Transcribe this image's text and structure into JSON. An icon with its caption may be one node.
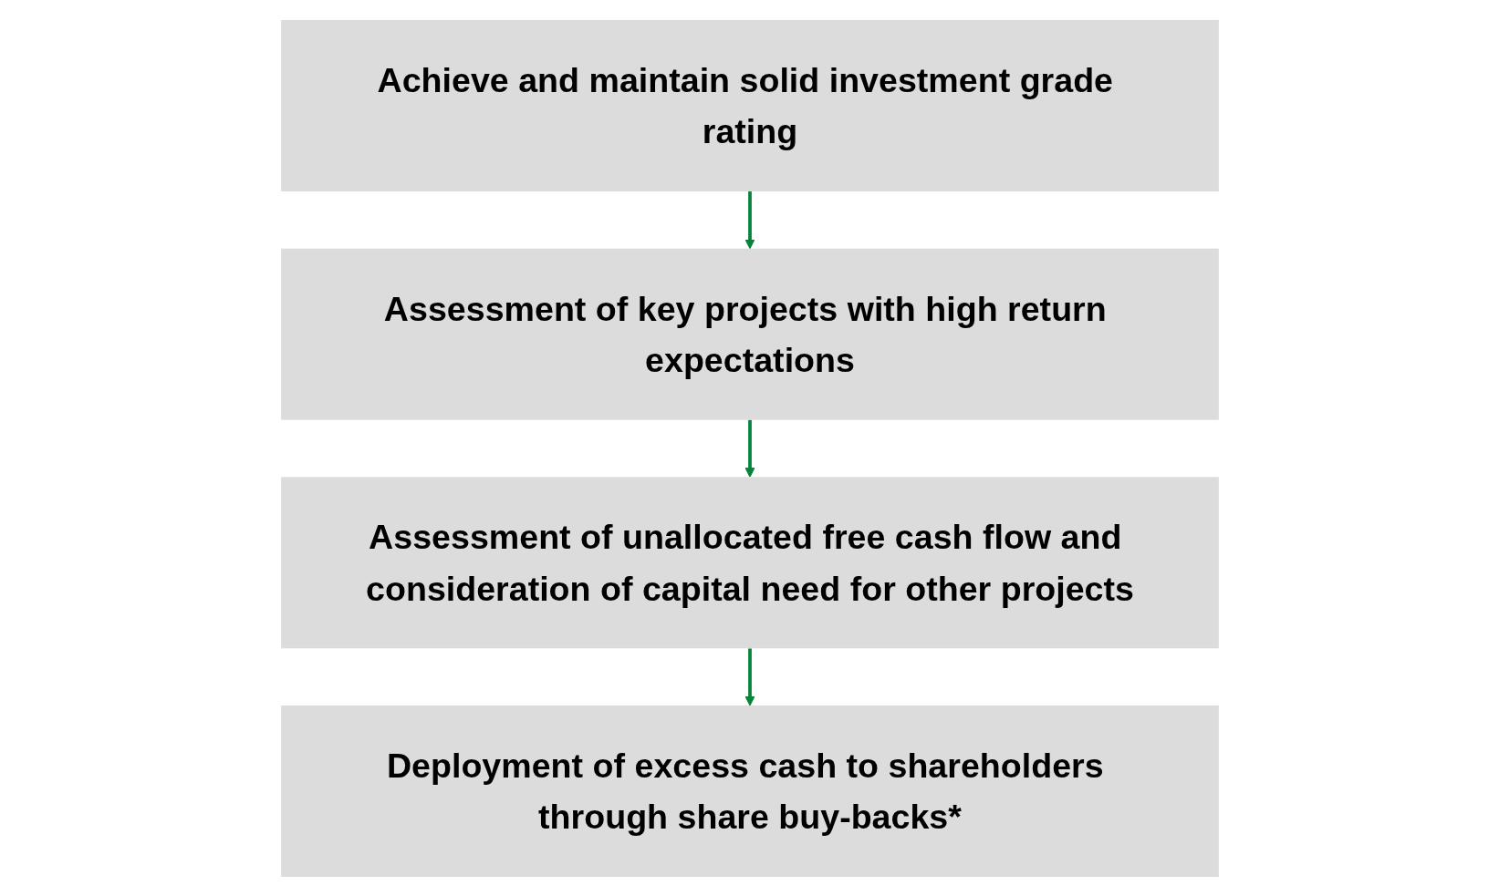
{
  "diagram": {
    "nodes": [
      {
        "text": [
          "Achieve and maintain solid investment grade rating"
        ]
      },
      {
        "text": [
          "Assessment of key projects with high return expectations"
        ]
      },
      {
        "text": [
          "Assessment of unallocated free cash flow and consideration of capital need for other projects"
        ]
      },
      {
        "text": [
          "Deployment of excess cash to shareholders through share buy-backs*"
        ]
      }
    ],
    "edges": [
      {
        "from": 0,
        "to": 1,
        "arrow": "to"
      },
      {
        "from": 1,
        "to": 2,
        "arrow": "to"
      },
      {
        "from": 2,
        "to": 3,
        "arrow": "to"
      }
    ]
  }
}
